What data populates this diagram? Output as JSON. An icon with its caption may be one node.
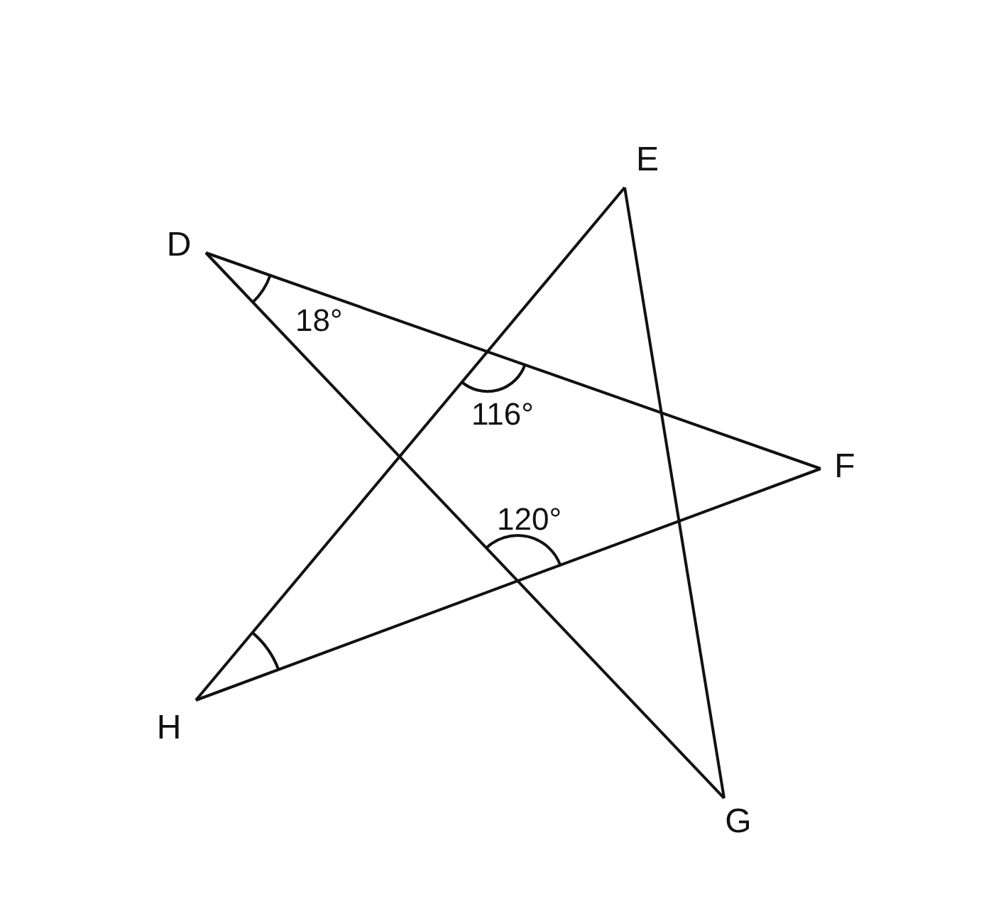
{
  "diagram": {
    "nodes": [
      {
        "text": [
          "D"
        ]
      },
      {
        "text": [
          "E"
        ]
      },
      {
        "text": [
          "F"
        ]
      },
      {
        "text": [
          "G"
        ]
      },
      {
        "text": [
          "H"
        ]
      }
    ],
    "edges": [
      {
        "from": 0,
        "to": 2,
        "arrow": "none"
      },
      {
        "from": 2,
        "to": 4,
        "arrow": "none"
      },
      {
        "from": 4,
        "to": 1,
        "arrow": "none"
      },
      {
        "from": 1,
        "to": 3,
        "arrow": "none"
      },
      {
        "from": 3,
        "to": 0,
        "arrow": "none"
      }
    ],
    "labels": [
      "18°",
      "116°",
      "120°"
    ]
  }
}
